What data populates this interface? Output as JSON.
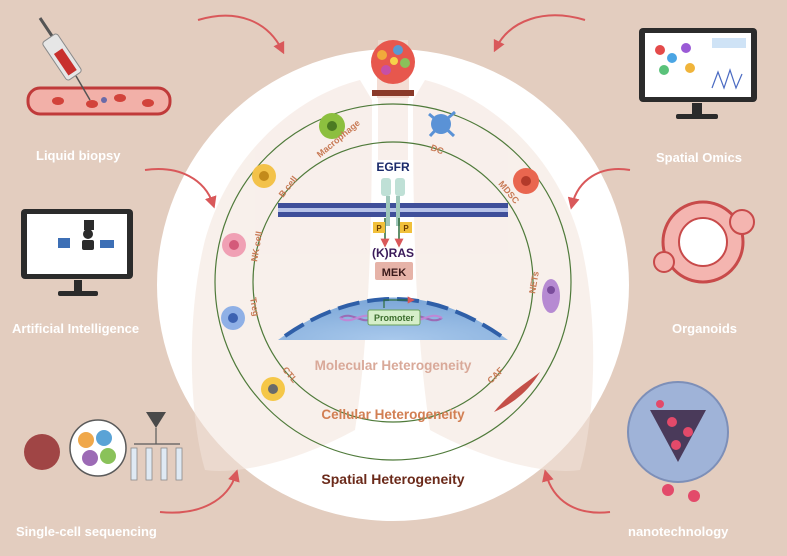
{
  "tools": {
    "liquid_biopsy": "Liquid biopsy",
    "artificial_intelligence": "Artificial Intelligence",
    "single_cell": "Single-cell sequencing",
    "spatial_omics": "Spatial Omics",
    "organoids": "Organoids",
    "nanotechnology": "nanotechnology"
  },
  "levels": {
    "molecular": "Molecular Heterogeneity",
    "cellular": "Cellular Heterogeneity",
    "spatial": "Spatial Heterogeneity"
  },
  "cells": {
    "macrophage": "Macrophage",
    "dc": "DC",
    "b_cell": "B cell",
    "nk_cell": "NK cell",
    "treg": "Treg",
    "ctl": "CTL",
    "mdsc": "MDSC",
    "nets": "NETs",
    "caf": "CAF"
  },
  "pathway": {
    "egfr": "EGFR",
    "p_left": "P",
    "p_right": "P",
    "kras": "(K)RAS",
    "mek": "MEK",
    "promoter": "Promoter"
  },
  "colors": {
    "background": "#e3cdbf",
    "label": "#ffffff",
    "arrow": "#d9585a",
    "cell_label": "#c87a55",
    "molecular_text": "#d9a999",
    "cellular_text": "#d27f53",
    "spatial_text": "#6b2a1a",
    "ring": "#4f7a3a"
  }
}
